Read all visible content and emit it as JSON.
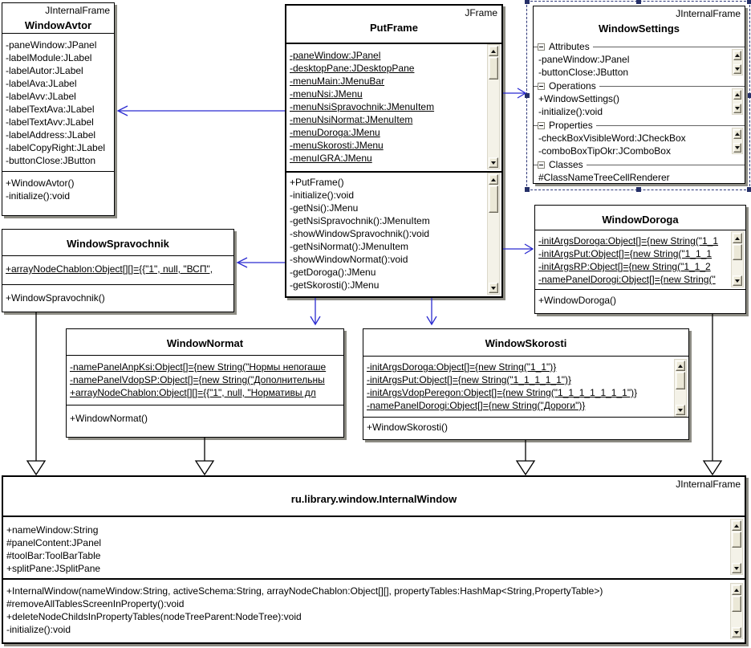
{
  "diagram": {
    "colors": {
      "association_line": "#2b2bd0",
      "generalization_line": "#000000",
      "selection_border": "#2c3678",
      "box_fill": "#ffffff",
      "box_border": "#000000",
      "box_shadow": "#8d8c84",
      "scrollbar_face": "#ebe8d7",
      "scrollbar_track": "#f4f2e8"
    },
    "relations": [
      {
        "type": "association",
        "from": "PutFrame",
        "to": "WindowAvtor"
      },
      {
        "type": "association",
        "from": "PutFrame",
        "to": "WindowSettings"
      },
      {
        "type": "association",
        "from": "PutFrame",
        "to": "WindowSpravochnik"
      },
      {
        "type": "association",
        "from": "PutFrame",
        "to": "WindowDoroga"
      },
      {
        "type": "association",
        "from": "PutFrame",
        "to": "WindowNormat"
      },
      {
        "type": "association",
        "from": "PutFrame",
        "to": "WindowSkorosti"
      },
      {
        "type": "generalization",
        "from": "WindowSpravochnik",
        "to": "ru.library.window.InternalWindow"
      },
      {
        "type": "generalization",
        "from": "WindowNormat",
        "to": "ru.library.window.InternalWindow"
      },
      {
        "type": "generalization",
        "from": "WindowSkorosti",
        "to": "ru.library.window.InternalWindow"
      },
      {
        "type": "generalization",
        "from": "WindowDoroga",
        "to": "ru.library.window.InternalWindow"
      }
    ]
  },
  "c": {
    "avtor": {
      "stereotype": "JInternalFrame",
      "name": "WindowAvtor",
      "attributes": [
        "-paneWindow:JPanel",
        "-labelModule:JLabel",
        "-labelAutor:JLabel",
        "-labelAva:JLabel",
        "-labelAvv:JLabel",
        "-labelTextAva:JLabel",
        "-labelTextAvv:JLabel",
        "-labelAddress:JLabel",
        "-labelCopyRight:JLabel",
        "-buttonClose:JButton"
      ],
      "operations": [
        "+WindowAvtor()",
        "-initialize():void"
      ]
    },
    "putframe": {
      "stereotype": "JFrame",
      "name": "PutFrame",
      "attributes": [
        "-paneWindow:JPanel",
        "-desktopPane:JDesktopPane",
        "-menuMain:JMenuBar",
        "-menuNsi:JMenu",
        "-menuNsiSpravochnik:JMenuItem",
        "-menuNsiNormat:JMenuItem",
        "-menuDoroga:JMenu",
        "-menuSkorosti:JMenu",
        "-menuIGRA:JMenu"
      ],
      "operations": [
        "+PutFrame()",
        "-initialize():void",
        "-getNsi():JMenu",
        "-getNsiSpravochnik():JMenuItem",
        "-showWindowSpravochnik():void",
        "-getNsiNormat():JMenuItem",
        "-showWindowNormat():void",
        "-getDoroga():JMenu",
        "-getSkorosti():JMenu"
      ]
    },
    "settings": {
      "stereotype": "JInternalFrame",
      "name": "WindowSettings",
      "sections": [
        {
          "label": "Attributes",
          "items": [
            "-paneWindow:JPanel",
            "-buttonClose:JButton"
          ]
        },
        {
          "label": "Operations",
          "items": [
            "+WindowSettings()",
            "-initialize():void"
          ]
        },
        {
          "label": "Properties",
          "items": [
            "-checkBoxVisibleWord:JCheckBox",
            "-comboBoxTipOkr:JComboBox"
          ]
        },
        {
          "label": "Classes",
          "items": [
            "#ClassNameTreeCellRenderer"
          ]
        }
      ]
    },
    "sprav": {
      "name": "WindowSpravochnik",
      "attributes": [
        "+arrayNodeChablon:Object[][]={{\"1\", null, \"ВСП\","
      ],
      "operations": [
        "+WindowSpravochnik()"
      ]
    },
    "doroga": {
      "name": "WindowDoroga",
      "attributes": [
        "-initArgsDoroga:Object[]={new String(\"1_1",
        "-initArgsPut:Object[]={new String(\"1_1_1",
        "-initArgsRP:Object[]={new String(\"1_1_2",
        "-namePanelDorogi:Object[]={new String(\""
      ],
      "operations": [
        "+WindowDoroga()"
      ]
    },
    "normat": {
      "name": "WindowNormat",
      "attributes": [
        "-namePanelAnpKsi:Object[]={new String(\"Нормы непогаше",
        "-namePanelVdopSP:Object[]={new String(\"Дополнительны",
        "+arrayNodeChablon:Object[][]={{\"1\", null, \"Нормативы дл"
      ],
      "operations": [
        "+WindowNormat()"
      ]
    },
    "skorosti": {
      "name": "WindowSkorosti",
      "attributes": [
        "-initArgsDoroga:Object[]={new String(\"1_1\")}",
        "-initArgsPut:Object[]={new String(\"1_1_1_1_1\")}",
        "-initArgsVdopPeregon:Object[]={new String(\"1_1_1_1_1_1_1\")}",
        "-namePanelDorogi:Object[]={new String(\"Дороги\")}"
      ],
      "operations": [
        "+WindowSkorosti()"
      ]
    },
    "internal": {
      "stereotype": "JInternalFrame",
      "name": "ru.library.window.InternalWindow",
      "attributes": [
        "+nameWindow:String",
        "#panelContent:JPanel",
        "#toolBar:ToolBarTable",
        "+splitPane:JSplitPane"
      ],
      "operations": [
        "+InternalWindow(nameWindow:String, activeSchema:String, arrayNodeChablon:Object[][], propertyTables:HashMap<String,PropertyTable>)",
        "#removeAllTablesScreenInProperty():void",
        "+deleteNodeChildsInPropertyTables(nodeTreeParent:NodeTree):void",
        "-initialize():void"
      ]
    }
  }
}
